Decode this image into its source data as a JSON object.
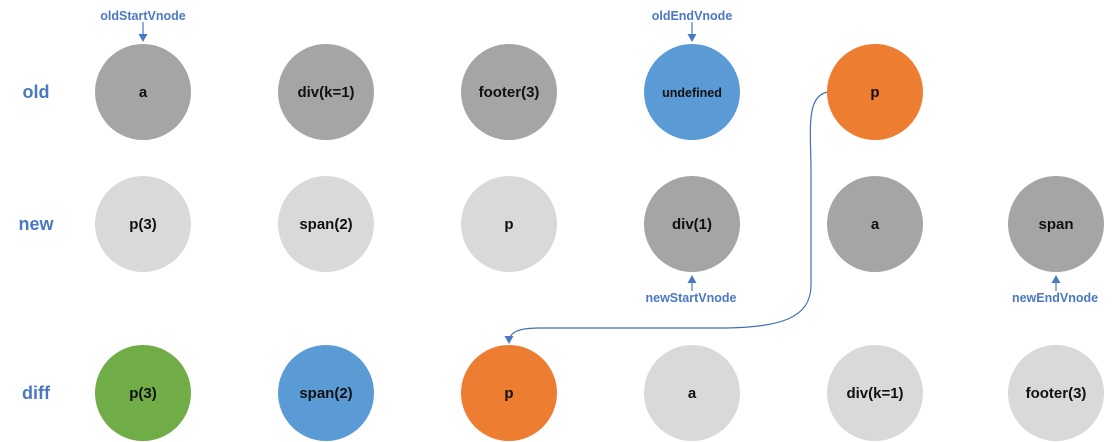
{
  "rows": [
    {
      "id": "old",
      "label": "old",
      "nodes": [
        {
          "label": "a",
          "color": "#a5a5a5",
          "small": false
        },
        {
          "label": "div(k=1)",
          "color": "#a5a5a5",
          "small": false
        },
        {
          "label": "footer(3)",
          "color": "#a5a5a5",
          "small": false
        },
        {
          "label": "undefined",
          "color": "#5b9bd5",
          "small": true
        },
        {
          "label": "p",
          "color": "#ed7d31",
          "small": false
        }
      ]
    },
    {
      "id": "new",
      "label": "new",
      "nodes": [
        {
          "label": "p(3)",
          "color": "#d9d9d9",
          "small": false
        },
        {
          "label": "span(2)",
          "color": "#d9d9d9",
          "small": false
        },
        {
          "label": "p",
          "color": "#d9d9d9",
          "small": false
        },
        {
          "label": "div(1)",
          "color": "#a5a5a5",
          "small": false
        },
        {
          "label": "a",
          "color": "#a5a5a5",
          "small": false
        },
        {
          "label": "span",
          "color": "#a5a5a5",
          "small": false
        }
      ]
    },
    {
      "id": "diff",
      "label": "diff",
      "nodes": [
        {
          "label": "p(3)",
          "color": "#70ad47",
          "small": false
        },
        {
          "label": "span(2)",
          "color": "#5b9bd5",
          "small": false
        },
        {
          "label": "p",
          "color": "#ed7d31",
          "small": false
        },
        {
          "label": "a",
          "color": "#d9d9d9",
          "small": false
        },
        {
          "label": "div(k=1)",
          "color": "#d9d9d9",
          "small": false
        },
        {
          "label": "footer(3)",
          "color": "#d9d9d9",
          "small": false
        }
      ]
    }
  ],
  "pointers": [
    {
      "id": "old-start",
      "label": "oldStartVnode",
      "row": 0,
      "index": 0,
      "side": "above"
    },
    {
      "id": "old-end",
      "label": "oldEndVnode",
      "row": 0,
      "index": 3,
      "side": "above"
    },
    {
      "id": "new-start",
      "label": "newStartVnode",
      "row": 1,
      "index": 3,
      "side": "below"
    },
    {
      "id": "new-end",
      "label": "newEndVnode",
      "row": 1,
      "index": 5,
      "side": "below"
    }
  ],
  "move": {
    "from_row": 0,
    "from_index": 4,
    "to_row": 2,
    "to_index": 2
  },
  "colors": {
    "label_blue": "#4a78c2",
    "arrow_blue": "#3f6fb8",
    "node_dark_gray": "#a5a5a5",
    "node_light_gray": "#d9d9d9",
    "node_blue": "#5b9bd5",
    "node_orange": "#ed7d31",
    "node_green": "#70ad47"
  }
}
